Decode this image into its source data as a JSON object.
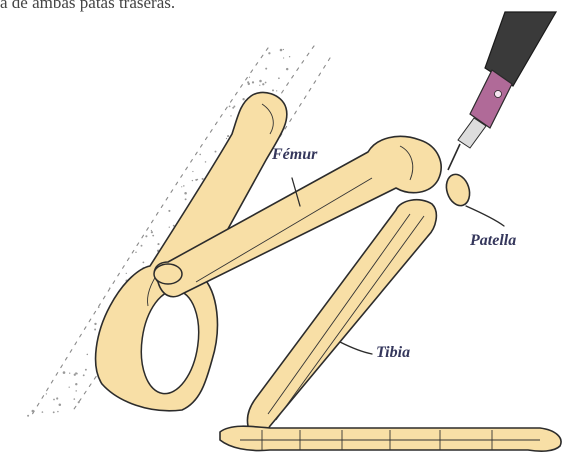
{
  "caption": "a de ambas patas traseras.",
  "labels": {
    "femur": "Fémur",
    "patella": "Patella",
    "tibia": "Tibia"
  },
  "colors": {
    "bone": "#f8dfa6",
    "outline": "#2c2c2c",
    "label": "#35375c",
    "syringe_barrel": "#3a3a3a",
    "syringe_hub": "#b06a98"
  }
}
